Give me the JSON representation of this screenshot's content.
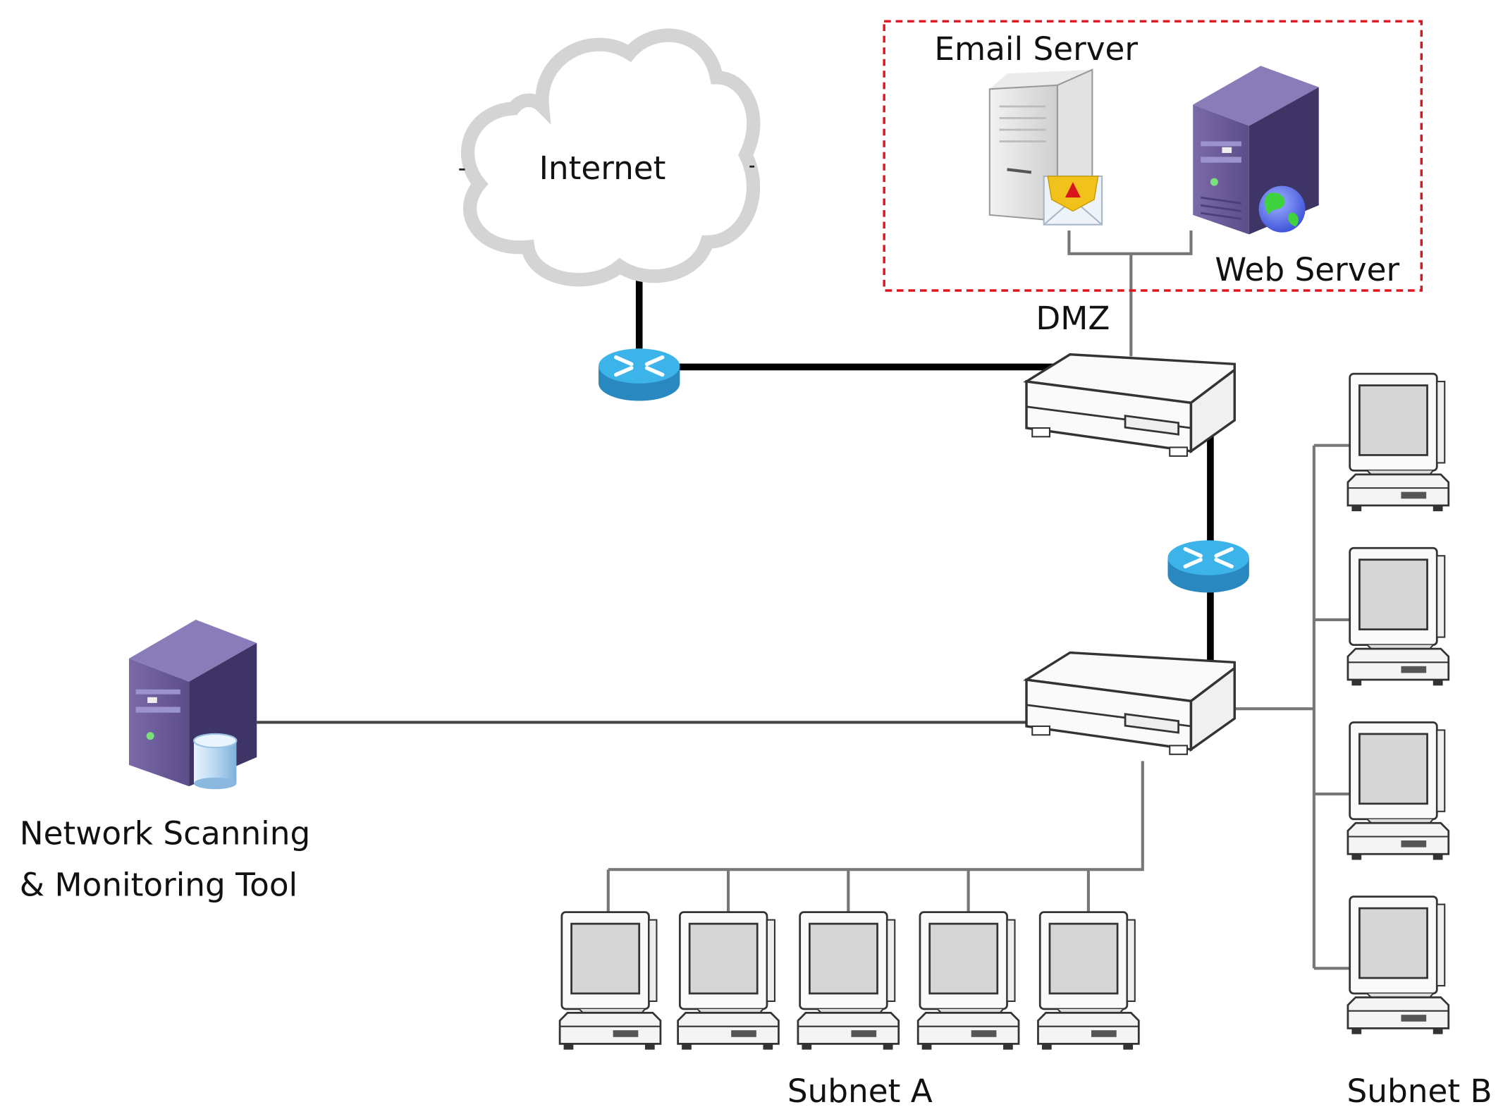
{
  "diagram": {
    "type": "network-topology",
    "labels": {
      "internet": "Internet",
      "email_server": "Email Server",
      "web_server": "Web Server",
      "dmz": "DMZ",
      "monitoring_line1": "Network Scanning",
      "monitoring_line2": "& Monitoring Tool",
      "subnet_a": "Subnet A",
      "subnet_b": "Subnet B"
    },
    "nodes": [
      {
        "id": "internet",
        "kind": "cloud",
        "label": "Internet"
      },
      {
        "id": "edge-router",
        "kind": "router"
      },
      {
        "id": "dmz-switch",
        "kind": "switch"
      },
      {
        "id": "email-server",
        "kind": "server",
        "label": "Email Server"
      },
      {
        "id": "web-server",
        "kind": "server",
        "label": "Web Server"
      },
      {
        "id": "internal-router",
        "kind": "router"
      },
      {
        "id": "core-switch",
        "kind": "switch"
      },
      {
        "id": "monitoring-server",
        "kind": "server",
        "label": "Network Scanning & Monitoring Tool"
      },
      {
        "id": "subnet-a",
        "kind": "pc-group",
        "label": "Subnet A",
        "count": 5
      },
      {
        "id": "subnet-b",
        "kind": "pc-group",
        "label": "Subnet B",
        "count": 4
      }
    ],
    "edges": [
      {
        "from": "internet",
        "to": "edge-router",
        "style": "thick"
      },
      {
        "from": "edge-router",
        "to": "dmz-switch",
        "style": "thick"
      },
      {
        "from": "dmz-switch",
        "to": "email-server",
        "style": "thin"
      },
      {
        "from": "dmz-switch",
        "to": "web-server",
        "style": "thin"
      },
      {
        "from": "dmz-switch",
        "to": "internal-router",
        "style": "thick"
      },
      {
        "from": "internal-router",
        "to": "core-switch",
        "style": "thick"
      },
      {
        "from": "core-switch",
        "to": "monitoring-server",
        "style": "thin"
      },
      {
        "from": "core-switch",
        "to": "subnet-a",
        "style": "thin"
      },
      {
        "from": "core-switch",
        "to": "subnet-b",
        "style": "thin"
      }
    ],
    "dmz_zone": {
      "border_color": "#e0141e",
      "border_style": "dashed"
    },
    "colors": {
      "router": "#29a3dc",
      "server_purple": "#5a4a86",
      "server_gray": "#dcdcdc",
      "thick_link": "#000000",
      "thin_link": "#6e6e6e"
    }
  }
}
